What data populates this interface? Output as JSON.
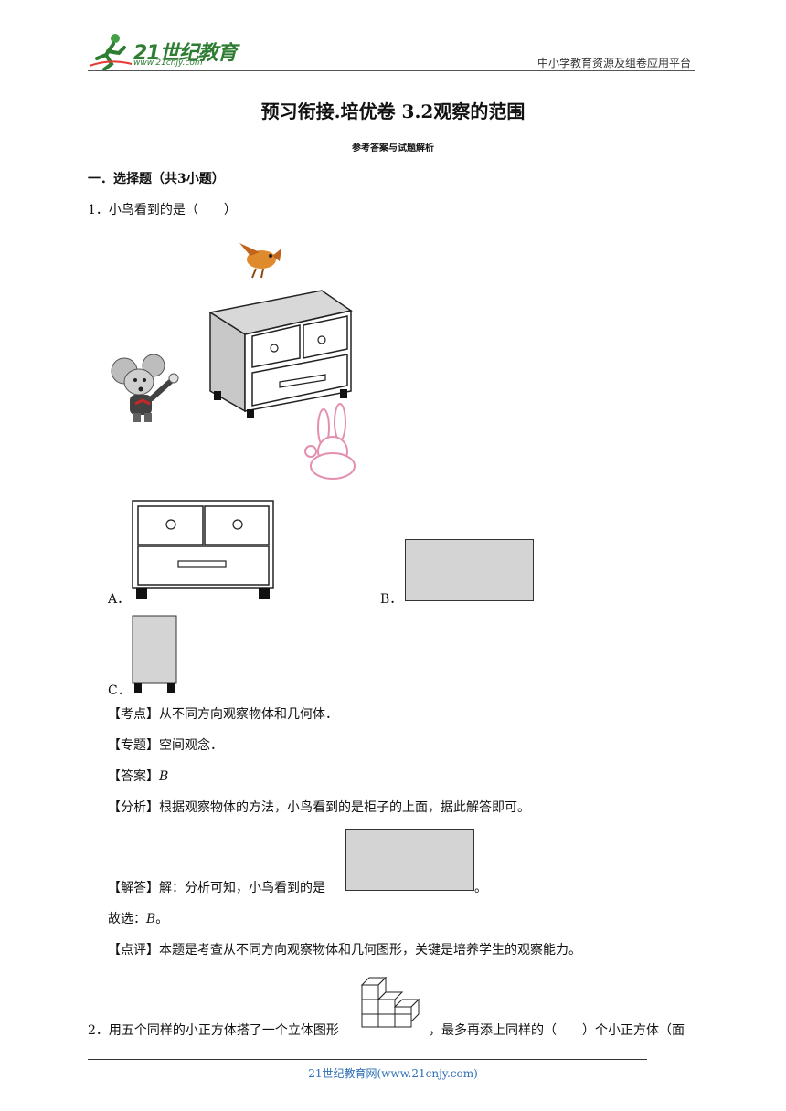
{
  "header": {
    "logo_text": "21世纪教育",
    "logo_url": "www.21cnjy.com",
    "right_text": "中小学教育资源及组卷应用平台"
  },
  "title": "预习衔接.培优卷 3.2观察的范围",
  "subtitle": "参考答案与试题解析",
  "section": "一．选择题（共3小题）",
  "q1": {
    "stem": "1．小鸟看到的是（　　）",
    "options": {
      "a": "A．",
      "b": "B．",
      "c": "C．"
    },
    "kaodian": "【考点】从不同方向观察物体和几何体．",
    "zhuanti": "【专题】空间观念．",
    "answer_label": "【答案】",
    "answer_value": "B",
    "fenxi": "【分析】根据观察物体的方法，小鸟看到的是柜子的上面，据此解答即可。",
    "jieda_prefix": "【解答】解：分析可知，小鸟看到的是",
    "jieda_suffix": "。",
    "guxuan_prefix": "故选：",
    "guxuan_value": "B",
    "guxuan_suffix": "。",
    "dianping": "【点评】本题是考查从不同方向观察物体和几何图形，关键是培养学生的观察能力。"
  },
  "q2": {
    "stem_prefix": "2．用五个同样的小正方体搭了一个立体图形",
    "stem_suffix": "，最多再添上同样的（　　）个小正方体（面"
  },
  "footer": "21世纪教育网(www.21cnjy.com)",
  "colors": {
    "accent": "#2e7d32",
    "footer": "#2e6fb5",
    "fill_gray": "#d4d4d4"
  }
}
